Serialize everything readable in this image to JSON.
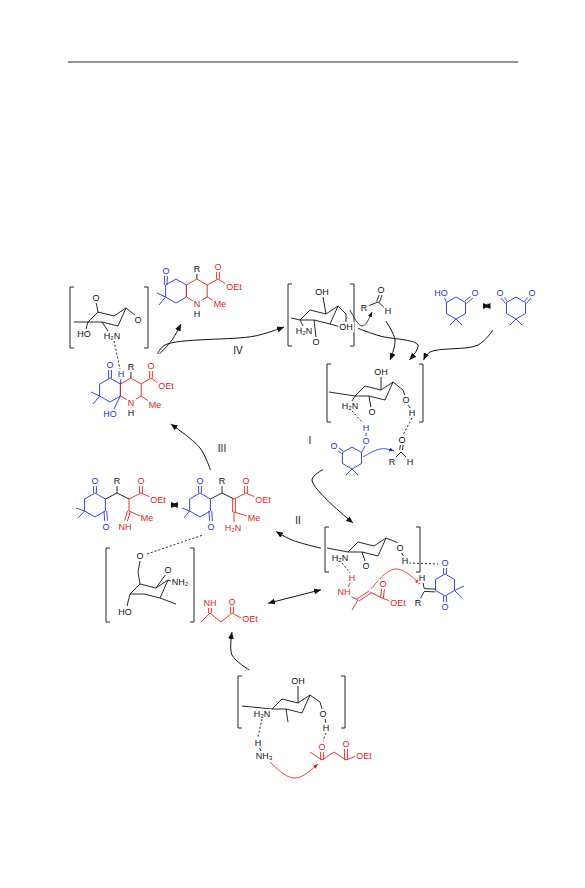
{
  "diagram": {
    "nodes": [
      {
        "text": [
          "O",
          "R",
          "O",
          "OEt",
          "Me",
          "N",
          "H"
        ]
      },
      {
        "text": [
          "O",
          "HO",
          "H₂N",
          "O"
        ]
      },
      {
        "text": [
          "OH",
          "H₂N",
          "OH",
          "O"
        ]
      },
      {
        "text": [
          "O",
          "R",
          "H"
        ]
      },
      {
        "text": [
          "HO",
          "O"
        ]
      },
      {
        "text": [
          "O",
          "O"
        ]
      },
      {
        "text": [
          "O",
          "H",
          "R",
          "O",
          "OEt",
          "N",
          "H",
          "Me",
          "HO"
        ]
      },
      {
        "text": [
          "OH",
          "H₂N",
          "O",
          "O",
          "H",
          "H",
          "O",
          "O",
          "O",
          "R",
          "H"
        ]
      },
      {
        "text": [
          "O",
          "R",
          "O",
          "OEt",
          "O",
          "NH",
          "Me"
        ]
      },
      {
        "text": [
          "O",
          "R",
          "O",
          "OEt",
          "O",
          "H₂N",
          "Me"
        ]
      },
      {
        "text": [
          "H₂N",
          "O",
          "O",
          "H",
          "H",
          "NH",
          "O",
          "OEt",
          "H",
          "R",
          "O",
          "O"
        ]
      },
      {
        "text": [
          "O",
          "O",
          "NH₂",
          "HO"
        ]
      },
      {
        "text": [
          "NH",
          "O",
          "OEt"
        ]
      },
      {
        "text": [
          "OH",
          "H₂N",
          "O",
          "H",
          "H",
          "NH₃",
          "O",
          "O",
          "OEt"
        ]
      }
    ],
    "edges": [
      {
        "from": 2,
        "to": 7,
        "arrow": "to"
      },
      {
        "from": 3,
        "to": 7,
        "arrow": "to"
      },
      {
        "from": 5,
        "to": 7,
        "arrow": "to"
      },
      {
        "from": 4,
        "to": 5,
        "arrow": "both"
      },
      {
        "from": 7,
        "to": 10,
        "label": "I",
        "arrow": "to"
      },
      {
        "from": 10,
        "to": 9,
        "label": "II",
        "arrow": "to"
      },
      {
        "from": 9,
        "to": 6,
        "label": "III",
        "arrow": "to"
      },
      {
        "from": 8,
        "to": 9,
        "arrow": "both"
      },
      {
        "from": 6,
        "to": 2,
        "label": "IV",
        "arrow": "to"
      },
      {
        "from": 6,
        "to": 0,
        "arrow": "to"
      },
      {
        "from": 13,
        "to": 12,
        "arrow": "to"
      },
      {
        "from": 12,
        "to": 10,
        "arrow": "both"
      }
    ]
  }
}
